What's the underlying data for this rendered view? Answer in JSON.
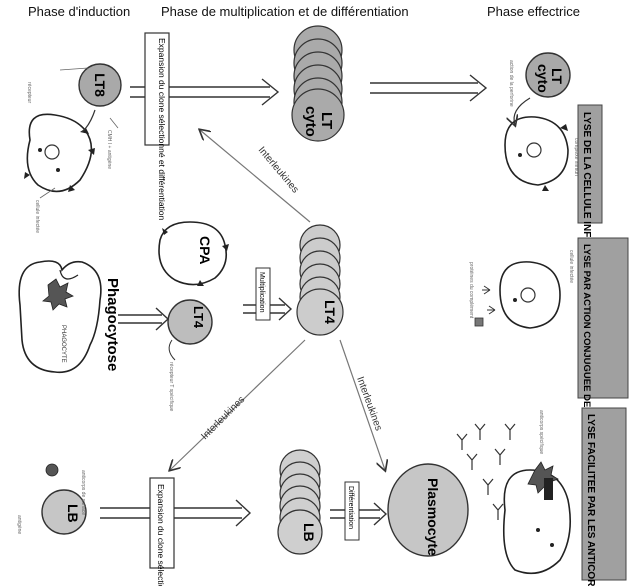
{
  "headers": {
    "induction": "Phase d'induction",
    "multiplication": "Phase de multiplication et de différentiation",
    "effector": "Phase effectrice"
  },
  "cells": {
    "lt8": "LT8",
    "lt_cyto_1": "LT",
    "lt_cyto_2": "cyto",
    "lt_cyto_eff_1": "LT",
    "lt_cyto_eff_2": "cyto",
    "cpa": "CPA",
    "lt4": "LT4",
    "lt4_big": "LT4",
    "lb": "LB",
    "lb_big": "LB",
    "plasmocyte": "Plasmocyte",
    "phagocytose": "Phagocytose"
  },
  "boxes": {
    "expansion_top": "Expansion du clone sélectionné et différentiation",
    "multiplication": "Multiplication",
    "expansion_bottom": "Expansion du clone sélectionné",
    "differentiation": "Différentiation"
  },
  "arrows": {
    "interleukines_top": "Interleukines",
    "interleukines_mid": "Interleukines",
    "interleukines_low": "Interleukines"
  },
  "results": {
    "lyse_infected": "LYSE DE LA CELLULE INFECTEE",
    "lyse_action": "LYSE PAR ACTION CONJUGUEE DES ANTICORPS ET DU COMPLEMENT",
    "lyse_facilitee": "LYSE FACILITEE PAR LES ANTICORPS"
  }
}
